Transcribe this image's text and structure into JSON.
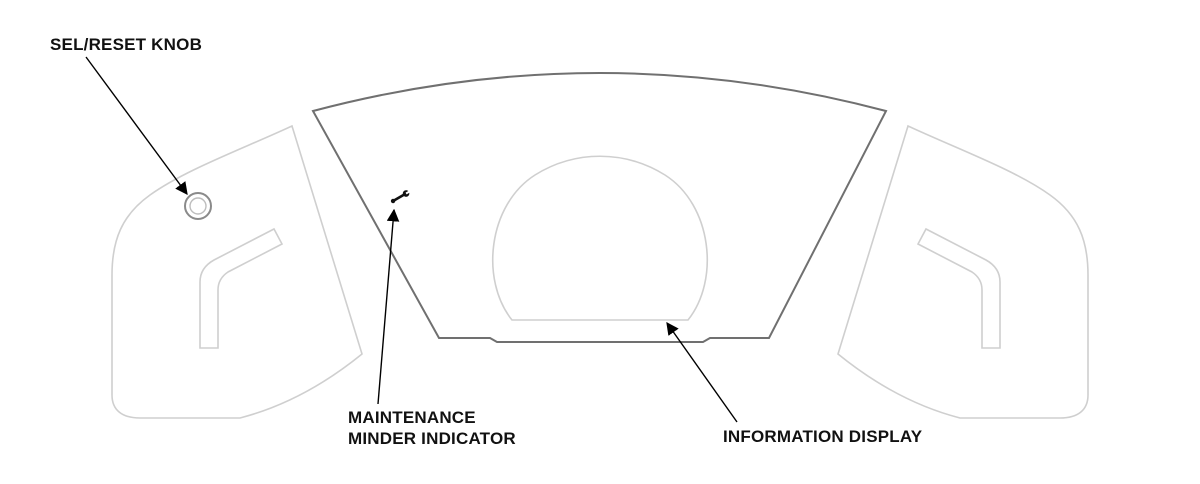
{
  "labels": {
    "sel_reset_knob": "SEL/RESET KNOB",
    "maintenance_minder_line1": "MAINTENANCE",
    "maintenance_minder_line2": "MINDER INDICATOR",
    "information_display": "INFORMATION DISPLAY"
  },
  "icons": {
    "maintenance_minder": "wrench-icon",
    "sel_reset_knob": "knob-icon"
  },
  "colors": {
    "outline_light": "#cfcfcf",
    "outline_dark": "#6e6e6e",
    "leader_line": "#000000",
    "text": "#111111",
    "background": "#ffffff"
  }
}
